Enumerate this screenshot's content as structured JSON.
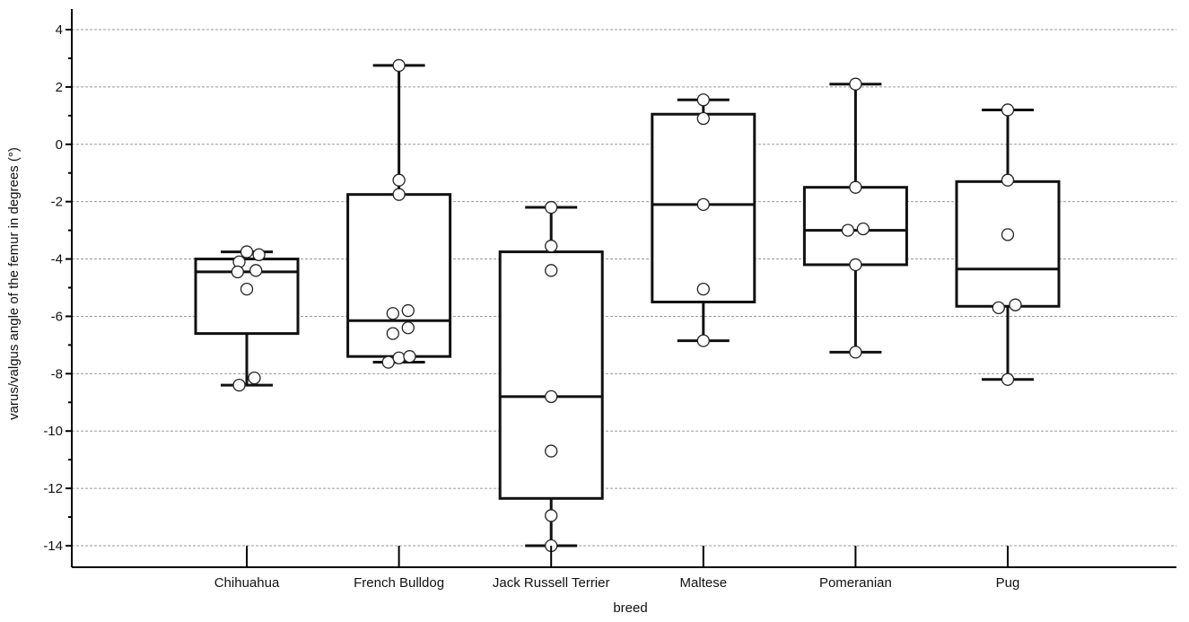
{
  "chart_data": {
    "type": "box",
    "xlabel": "breed",
    "ylabel": "varus/valgus angle of the femur in degrees (°)",
    "ylim": [
      -14.7,
      4.8
    ],
    "yticks": [
      4,
      2,
      0,
      -2,
      -4,
      -6,
      -8,
      -10,
      -12,
      -14
    ],
    "ytick_labels": [
      "4",
      "2",
      "0",
      "-2",
      "-4",
      "-6",
      "-8",
      "-10",
      "-12",
      "-14"
    ],
    "grid": "horizontal dashed",
    "categories": [
      "Chihuahua",
      "French Bulldog",
      "Jack Russell Terrier",
      "Maltese",
      "Pomeranian",
      "Pug"
    ],
    "boxes": [
      {
        "category": "Chihuahua",
        "whisker_low": -8.4,
        "q1": -6.6,
        "median": -4.45,
        "q3": -4.0,
        "whisker_high": -3.75,
        "points": [
          {
            "x": 0.0,
            "y": -3.75
          },
          {
            "x": 0.08,
            "y": -3.85
          },
          {
            "x": -0.05,
            "y": -4.1
          },
          {
            "x": -0.06,
            "y": -4.45
          },
          {
            "x": 0.06,
            "y": -4.4
          },
          {
            "x": 0.0,
            "y": -5.05
          },
          {
            "x": 0.05,
            "y": -8.15
          },
          {
            "x": -0.05,
            "y": -8.4
          }
        ]
      },
      {
        "category": "French Bulldog",
        "whisker_low": -7.6,
        "q1": -7.4,
        "median": -6.15,
        "q3": -1.75,
        "whisker_high": 2.75,
        "points": [
          {
            "x": 0.0,
            "y": 2.75
          },
          {
            "x": 0.0,
            "y": -1.25
          },
          {
            "x": 0.0,
            "y": -1.75
          },
          {
            "x": -0.04,
            "y": -5.9
          },
          {
            "x": 0.06,
            "y": -5.8
          },
          {
            "x": -0.04,
            "y": -6.6
          },
          {
            "x": 0.06,
            "y": -6.4
          },
          {
            "x": -0.07,
            "y": -7.6
          },
          {
            "x": 0.0,
            "y": -7.45
          },
          {
            "x": 0.07,
            "y": -7.4
          }
        ]
      },
      {
        "category": "Jack Russell Terrier",
        "whisker_low": -14.0,
        "q1": -12.35,
        "median": -8.8,
        "q3": -3.75,
        "whisker_high": -2.2,
        "points": [
          {
            "x": 0.0,
            "y": -2.2
          },
          {
            "x": 0.0,
            "y": -3.55
          },
          {
            "x": 0.0,
            "y": -4.4
          },
          {
            "x": 0.0,
            "y": -8.8
          },
          {
            "x": 0.0,
            "y": -10.7
          },
          {
            "x": 0.0,
            "y": -12.95
          },
          {
            "x": 0.0,
            "y": -14.0
          }
        ]
      },
      {
        "category": "Maltese",
        "whisker_low": -6.85,
        "q1": -5.5,
        "median": -2.1,
        "q3": 1.05,
        "whisker_high": 1.55,
        "points": [
          {
            "x": 0.0,
            "y": 1.55
          },
          {
            "x": 0.0,
            "y": 0.9
          },
          {
            "x": 0.0,
            "y": -2.1
          },
          {
            "x": 0.0,
            "y": -5.05
          },
          {
            "x": 0.0,
            "y": -6.85
          }
        ]
      },
      {
        "category": "Pomeranian",
        "whisker_low": -7.25,
        "q1": -4.2,
        "median": -3.0,
        "q3": -1.5,
        "whisker_high": 2.1,
        "points": [
          {
            "x": 0.0,
            "y": 2.1
          },
          {
            "x": 0.0,
            "y": -1.5
          },
          {
            "x": -0.05,
            "y": -3.0
          },
          {
            "x": 0.05,
            "y": -2.95
          },
          {
            "x": 0.0,
            "y": -4.2
          },
          {
            "x": 0.0,
            "y": -7.25
          }
        ]
      },
      {
        "category": "Pug",
        "whisker_low": -8.2,
        "q1": -5.65,
        "median": -4.35,
        "q3": -1.3,
        "whisker_high": 1.2,
        "points": [
          {
            "x": 0.0,
            "y": 1.2
          },
          {
            "x": 0.0,
            "y": -1.25
          },
          {
            "x": 0.0,
            "y": -3.15
          },
          {
            "x": -0.06,
            "y": -5.7
          },
          {
            "x": 0.05,
            "y": -5.6
          },
          {
            "x": 0.0,
            "y": -8.2
          }
        ]
      }
    ]
  }
}
